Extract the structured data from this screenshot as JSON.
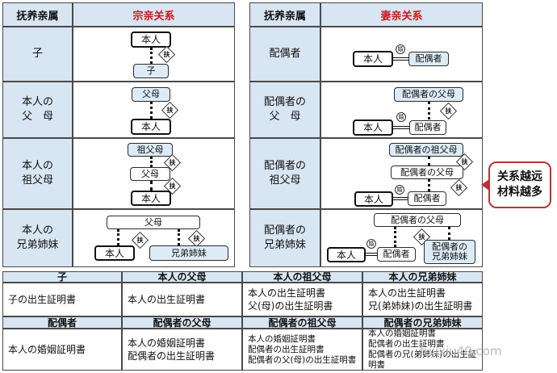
{
  "left_panel": {
    "col1_header": "抚养亲属",
    "col2_header": "宗亲关系",
    "rows": [
      {
        "label": "子"
      },
      {
        "label": "本人の\n父　母"
      },
      {
        "label": "本人の\n祖父母"
      },
      {
        "label": "本人の\n兄弟姉妹"
      }
    ],
    "boxes": {
      "self": "本人",
      "child": "子",
      "father_mother": "父母",
      "grandparents": "祖父母",
      "siblings": "兄弟姉妹"
    }
  },
  "right_panel": {
    "col1_header": "抚养亲属",
    "col2_header": "妻亲关系",
    "rows": [
      {
        "label": "配偶者"
      },
      {
        "label": "配偶者の\n父　母"
      },
      {
        "label": "配偶者の\n祖父母"
      },
      {
        "label": "配偶者の\n兄弟姉妹"
      }
    ],
    "boxes": {
      "self": "本人",
      "spouse": "配偶者",
      "spouse_parents": "配偶者の父母",
      "spouse_grandparents": "配偶者の祖父母",
      "spouse_siblings": "配偶者の\n兄弟姉妹"
    }
  },
  "badge_text": "扶",
  "marriage_tag": "婚",
  "callout": {
    "line1": "关系越远",
    "line2": "材料越多"
  },
  "doc_table": {
    "row1_headers": [
      "子",
      "本人の父母",
      "本人の祖父母",
      "本人の兄弟姉妹"
    ],
    "row1_cells": [
      [
        "子の出生証明書"
      ],
      [
        "本人の出生証明書"
      ],
      [
        "本人の出生証明書",
        "父(母)の出生証明書"
      ],
      [
        "本人の出生証明書",
        "兄(弟姉妹)の出生証明書"
      ]
    ],
    "row2_headers": [
      "配偶者",
      "配偶者の父母",
      "配偶者の祖父母",
      "配偶者の兄弟姉妹"
    ],
    "row2_cells": [
      [
        "本人の婚姻証明書"
      ],
      [
        "本人の婚姻証明書",
        "配偶者の出生証明書"
      ],
      [
        "本人の婚姻証明書",
        "配偶者の出生証明書",
        "配偶者の父(母)の出生証明書"
      ],
      [
        "本人の婚姻証明書",
        "配偶者の出生証明書",
        "配偶者の兄(弟姉妹)の出生証明書"
      ]
    ]
  },
  "watermark": "fujixiu40.com"
}
